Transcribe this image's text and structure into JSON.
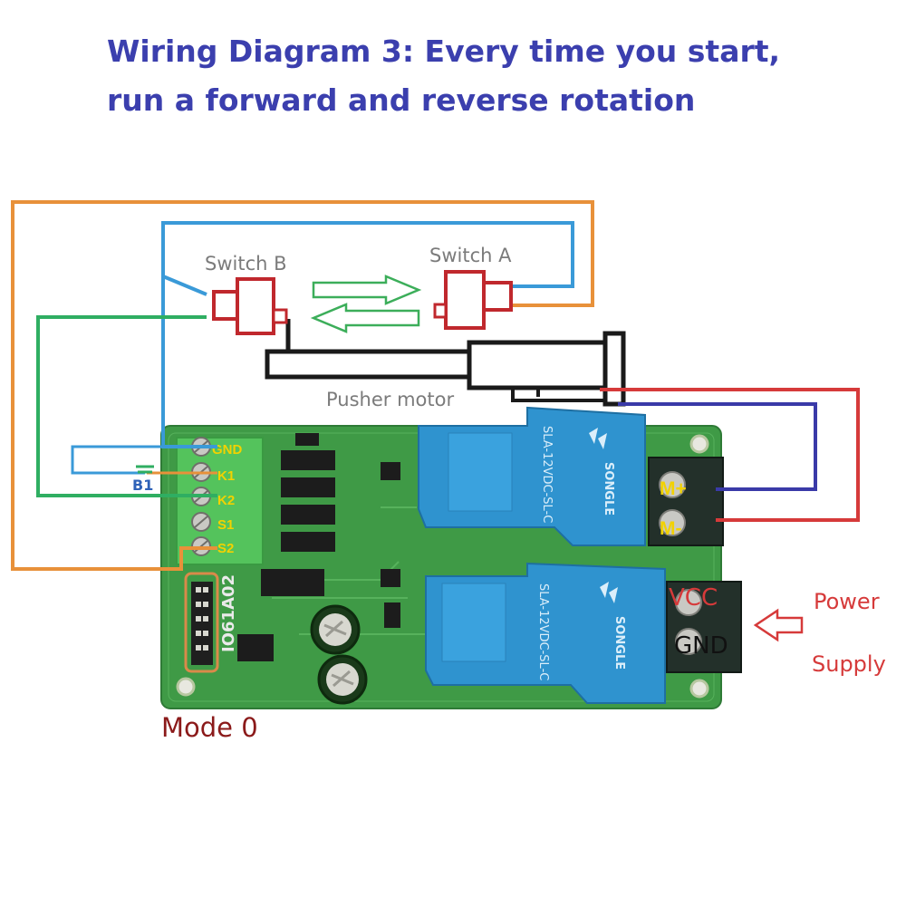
{
  "title": {
    "line1": "Wiring Diagram 3: Every time you start,",
    "line2": "run a forward and reverse rotation"
  },
  "labels": {
    "switch_b": "Switch B",
    "switch_a": "Switch A",
    "pusher_motor": "Pusher motor",
    "b1": "B1",
    "mode": "Mode 0",
    "power": "Power",
    "supply": "Supply",
    "vcc": "VCC",
    "gnd": "GND",
    "m_plus": "M+",
    "m_minus": "M-",
    "board_id": "IO61A02"
  },
  "pins": [
    "GND",
    "K1",
    "K2",
    "S1",
    "S2"
  ],
  "relays": [
    {
      "brand": "SONGLE",
      "model": "SLA-12VDC-SL-C"
    },
    {
      "brand": "SONGLE",
      "model": "SLA-12VDC-SL-C"
    }
  ],
  "colors": {
    "title": "#3b3fae",
    "wire_orange": "#e8913a",
    "wire_blue": "#3a9ad8",
    "wire_green": "#2fae62",
    "wire_red": "#d63a3a",
    "wire_navy": "#3a3aa8",
    "switch_red": "#c0282d",
    "arrow_green": "#3cae5a",
    "board_green": "#3f9a46",
    "relay_blue": "#2f93cf",
    "terminal_green": "#54c35c",
    "mode_label": "#8b1a1a",
    "power_label": "#d63a3a"
  }
}
